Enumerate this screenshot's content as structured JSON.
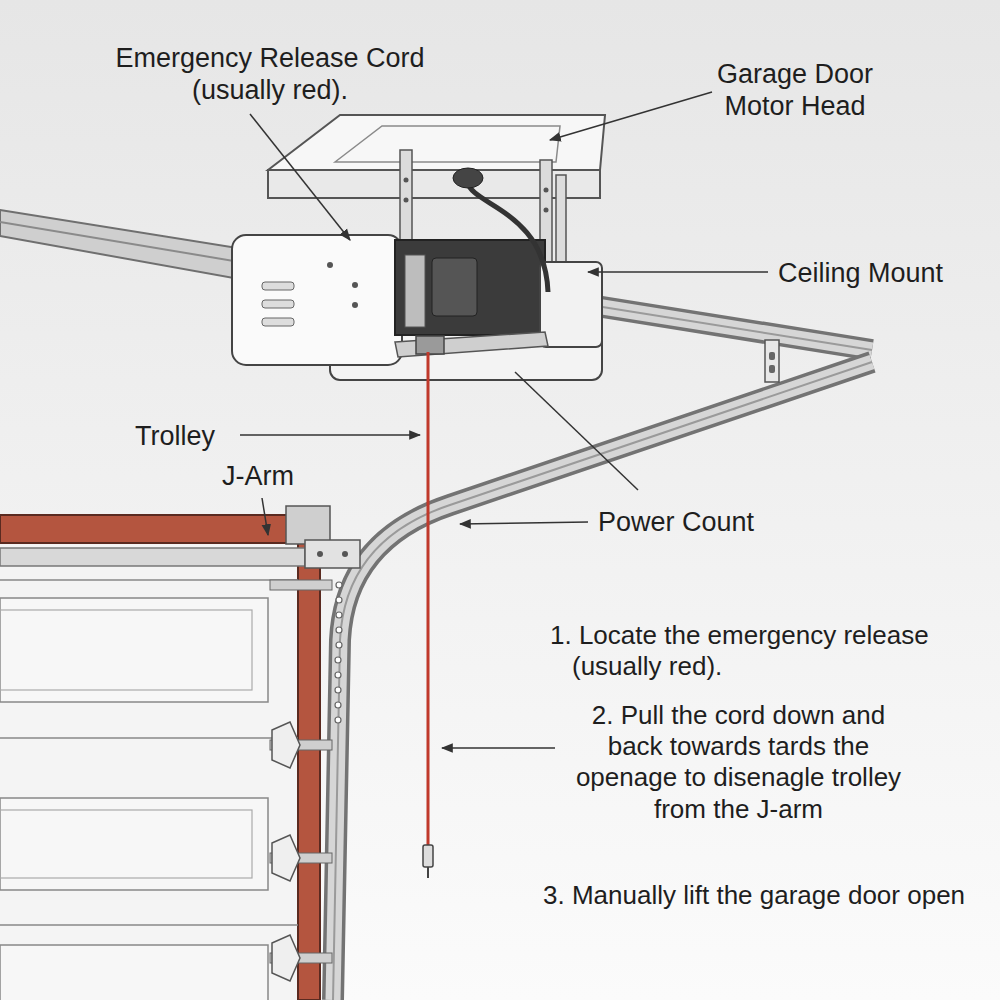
{
  "diagram": {
    "labels": [
      "Emergency Release Cord (usually red).",
      "Garage Door Motor Head",
      "Ceiling Mount",
      "Trolley",
      "J-Arm",
      "Power Count",
      "1. Locate the emergency release (usually red).",
      "2. Pull the cord down and back towards tards the openage to disenagle trolley from the J-arm",
      "3. Manually lift the garage door open"
    ]
  }
}
